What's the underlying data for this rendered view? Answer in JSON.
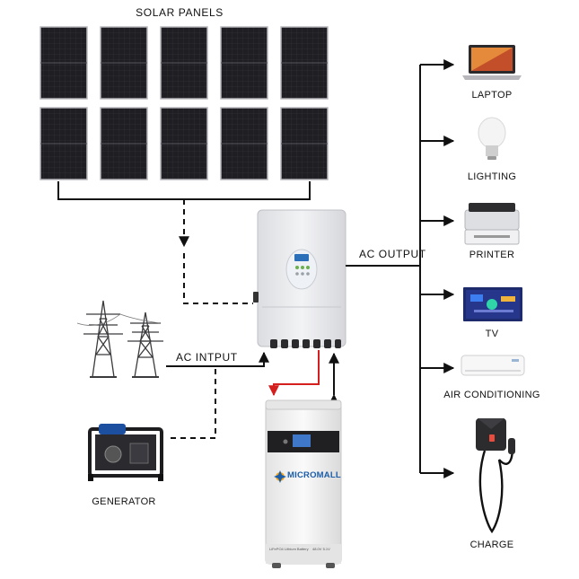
{
  "labels": {
    "solar_panels": "SOLAR  PANELS",
    "ac_output": "AC OUTPUT",
    "ac_input": "AC  INTPUT",
    "generator": "GENERATOR"
  },
  "battery": {
    "brand": "MICROMALL",
    "panel_text": "LiFePO4 Lithium Battery",
    "spec_text": "48.0V 5.1V"
  },
  "outputs": [
    {
      "label": "LAPTOP",
      "icon": "laptop-icon"
    },
    {
      "label": "LIGHTING",
      "icon": "light-bulb-icon"
    },
    {
      "label": "PRINTER",
      "icon": "printer-icon"
    },
    {
      "label": "TV",
      "icon": "tv-icon"
    },
    {
      "label": "AIR CONDITIONING",
      "icon": "air-conditioner-icon"
    },
    {
      "label": "CHARGE",
      "icon": "ev-charger-icon"
    }
  ],
  "colors": {
    "line": "#111111",
    "dc_line": "#d3201e",
    "panel": "#1c1c1f",
    "inverter": "#e9eaec",
    "battery": "#f1f1f1",
    "brand": "#1b5da8",
    "brand_accent": "#f4a51c"
  }
}
